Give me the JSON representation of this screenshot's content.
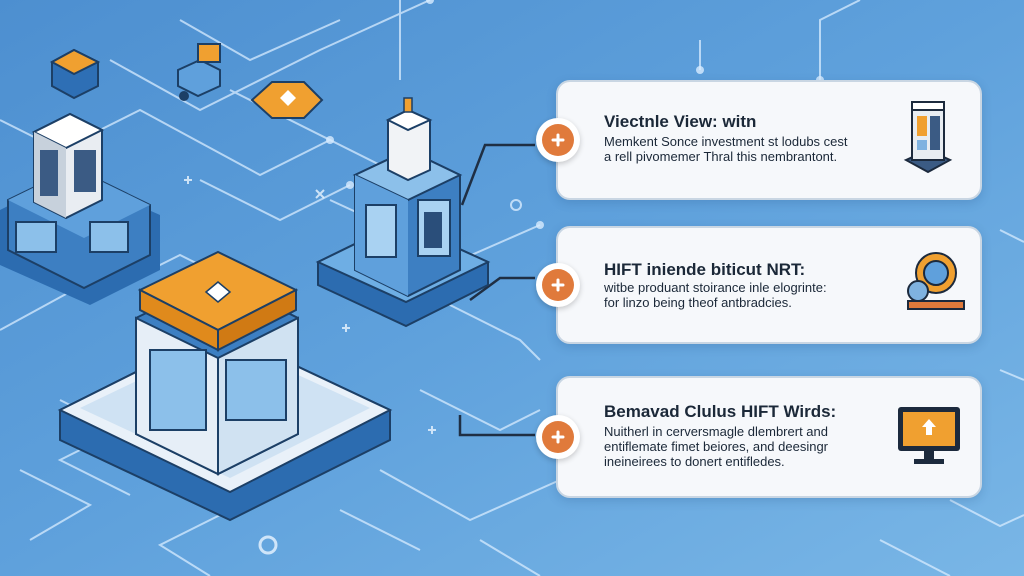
{
  "cards": [
    {
      "title": "Viectnle View: witn",
      "line1": "Memkent Sonce investment st lodubs cest",
      "line2": "a rell pivomemer Thral this nembrantont.",
      "icon": "server-tower-icon"
    },
    {
      "title": "HIFT iniende biticut NRT:",
      "line1": "witbe produant stoirance inle elogrinte:",
      "line2": "for linzo being theof antbradcies.",
      "icon": "coin-gear-icon"
    },
    {
      "title": "Bemavad Clulus HIFT Wirds:",
      "line1": "Nuitherl in cerversmagle dlembrert and",
      "line2": "entiflemate fimet beiores, and deesingr",
      "line3": "ineineirees to donert entifledes.",
      "icon": "monitor-icon"
    }
  ],
  "colors": {
    "background": "#5a9ad6",
    "accent_orange": "#f0a030",
    "badge_orange": "#e07a3b",
    "card_bg": "#f6f8fb"
  }
}
